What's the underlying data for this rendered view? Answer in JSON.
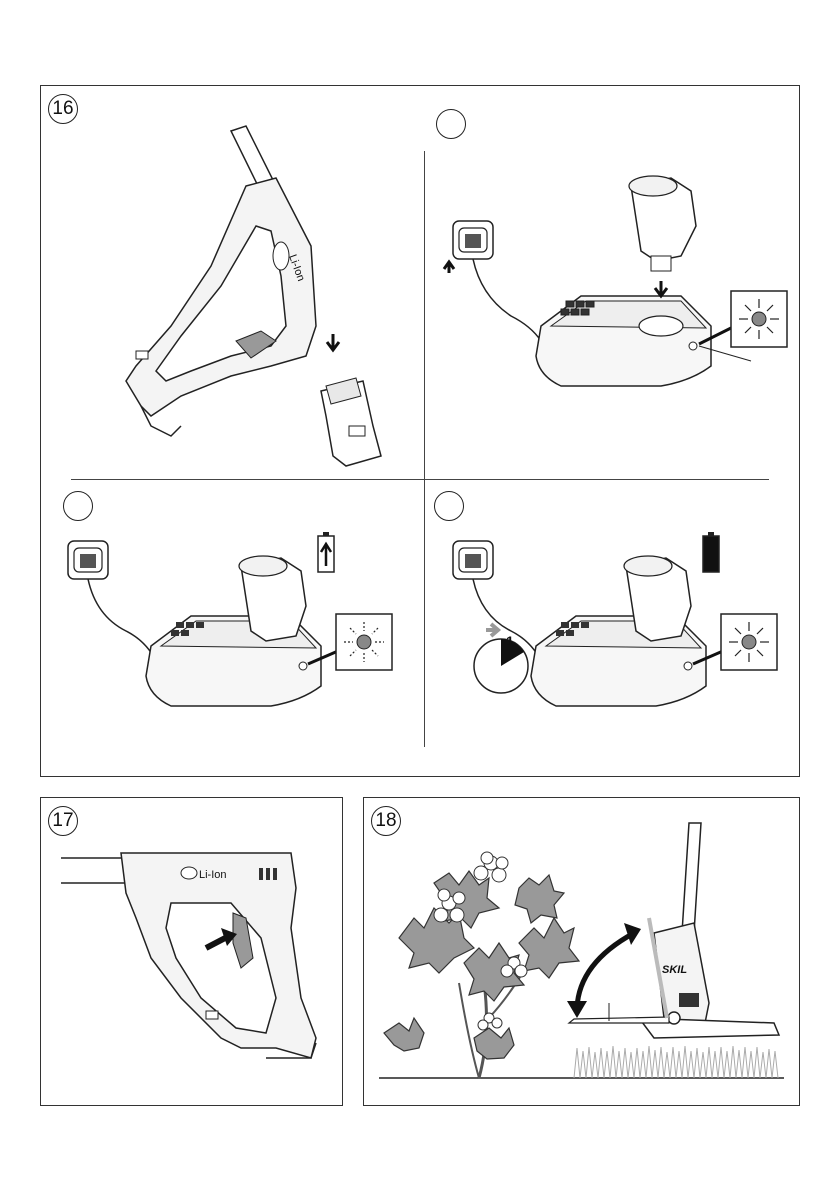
{
  "figures": [
    {
      "number": "16",
      "substeps": 4
    },
    {
      "number": "17"
    },
    {
      "number": "18"
    }
  ],
  "fig16": {
    "timer_label": "1",
    "logo_text": "Li-Ion"
  },
  "fig17": {
    "logo_text": "Li-Ion"
  },
  "fig18": {
    "brand_text": "SKIL"
  },
  "icons": [
    "trimmer-handle-icon",
    "battery-pack-icon",
    "charger-icon",
    "wall-socket-icon",
    "indicator-light-icon",
    "battery-level-icon",
    "timer-icon",
    "plant-icon",
    "grass-icon",
    "rotate-arrow-icon"
  ]
}
